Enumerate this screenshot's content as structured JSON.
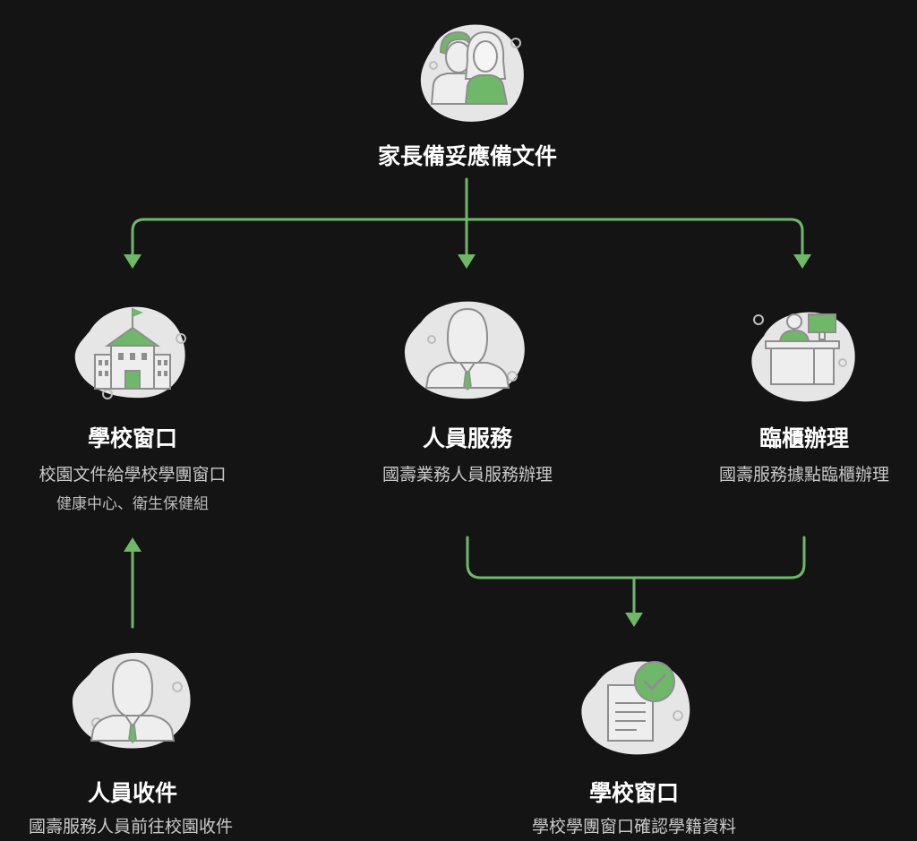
{
  "colors": {
    "background": "#141414",
    "accent": "#6fb86a",
    "blob": "#e6e6e6",
    "outline": "#8e8e8e"
  },
  "nodes": {
    "parents": {
      "title": "家長備妥應備文件",
      "icon": "parents-icon"
    },
    "school_window": {
      "title": "學校窗口",
      "line1": "校園文件給學校學團窗口",
      "line2": "健康中心、衛生保健組",
      "icon": "school-building-icon"
    },
    "staff_service": {
      "title": "人員服務",
      "line1": "國壽業務人員服務辦理",
      "icon": "person-icon"
    },
    "counter_service": {
      "title": "臨櫃辦理",
      "line1": "國壽服務據點臨櫃辦理",
      "icon": "service-counter-icon"
    },
    "staff_collect": {
      "title": "人員收件",
      "line1": "國壽服務人員前往校園收件",
      "icon": "person-icon"
    },
    "school_confirm": {
      "title": "學校窗口",
      "line1": "學校學團窗口確認學籍資料",
      "icon": "document-check-icon"
    }
  }
}
